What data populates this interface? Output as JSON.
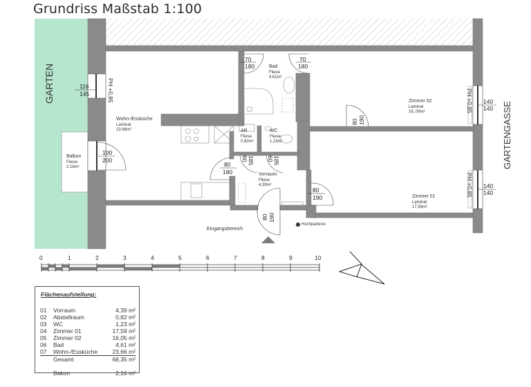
{
  "title": "Grundriss Maßstab 1:100",
  "labels": {
    "garten": "GARTEN",
    "gartengasse": "GARTENGASSE",
    "eingangsbereich": "Eingangsbereich",
    "hochparterre": "Hochparterre"
  },
  "rooms": {
    "wohn": {
      "name": "Wohn-/Essküche",
      "floor": "Laminat",
      "area": "23.66m²"
    },
    "bad": {
      "name": "Bad",
      "floor": "Fliese",
      "area": "4.61m²"
    },
    "ar": {
      "name": "AR",
      "floor": "Fliese",
      "area": "0.82m²"
    },
    "wc": {
      "name": "WC",
      "floor": "Fliese",
      "area": "1.23m²"
    },
    "vorraum": {
      "name": "Vorraum",
      "floor": "Fliese",
      "area": "4.39m²"
    },
    "zimmer02": {
      "name": "Zimmer 02",
      "floor": "Laminat",
      "area": "16,.06m²"
    },
    "zimmer01": {
      "name": "Zimmer 01",
      "floor": "Laminat",
      "area": "17.59m²"
    },
    "balkon": {
      "name": "Balkon",
      "floor": "Fliese",
      "area": "2.18m²"
    }
  },
  "dimensions": {
    "window_garten": {
      "w": "116",
      "h": "145",
      "ph": "PH +0,85"
    },
    "door_balkon": {
      "w": "100",
      "h": "200"
    },
    "door_bad_left": {
      "w": "70",
      "h": "180"
    },
    "door_bad_right": {
      "w": "70",
      "h": "180"
    },
    "door_ar": {
      "w": "60",
      "h": "185"
    },
    "door_wc": {
      "w": "60",
      "h": "185"
    },
    "door_wohn": {
      "w": "80",
      "h": "180"
    },
    "door_zimmer02": {
      "w": "80",
      "h": "190"
    },
    "door_zimmer01": {
      "w": "80",
      "h": "190"
    },
    "door_entrance": {
      "w": "80",
      "h": "190"
    },
    "window_z02": {
      "w": "140",
      "h": "140",
      "ph": "PH +0,85"
    },
    "window_z01": {
      "w": "140",
      "h": "140",
      "ph": "PH +0,85"
    }
  },
  "scale_bar": {
    "ticks": [
      "0",
      "1",
      "2",
      "3",
      "4",
      "5",
      "6",
      "7",
      "8",
      "9",
      "10"
    ]
  },
  "area_table": {
    "heading": "Flächenaufstellung:",
    "rows": [
      {
        "num": "01",
        "name": "Vorraum",
        "value": "4,39 m²"
      },
      {
        "num": "02",
        "name": "Abstellraum",
        "value": "0,82 m²"
      },
      {
        "num": "03",
        "name": "WC",
        "value": "1,23 m²"
      },
      {
        "num": "04",
        "name": "Zimmer 01",
        "value": "17,59 m²"
      },
      {
        "num": "05",
        "name": "Zimmer 02",
        "value": "16,05 m²"
      },
      {
        "num": "06",
        "name": "Bad",
        "value": "4,61 m²"
      },
      {
        "num": "07",
        "name": "Wohn-/Essküche",
        "value": "23,66 m²"
      }
    ],
    "total": {
      "name": "Gesamt",
      "value": "68,35 m²"
    },
    "balcony": {
      "name": "Bakon",
      "value": "2,16 m²"
    }
  },
  "colors": {
    "wall": "#8a8a8a",
    "garden": "#b6e6cd",
    "hatch": "#bdbdbd"
  }
}
